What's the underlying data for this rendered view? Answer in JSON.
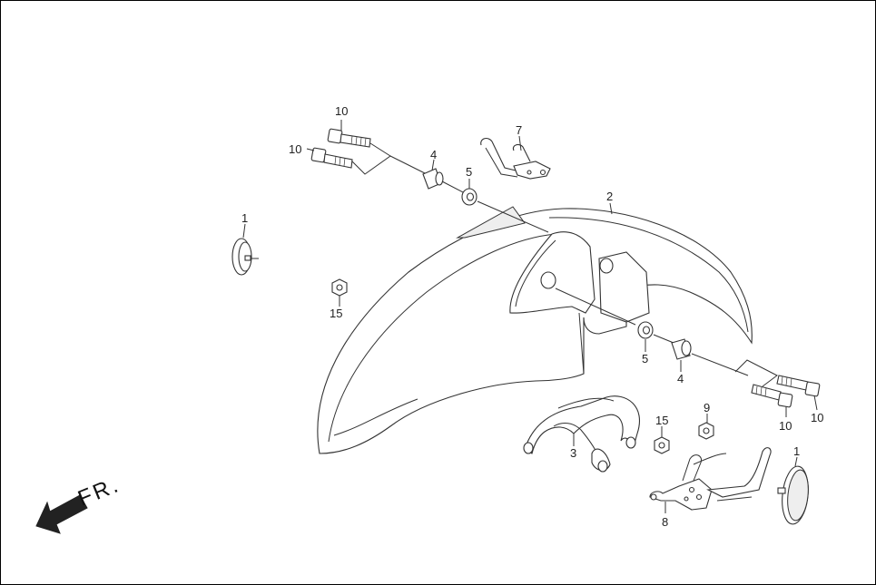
{
  "callouts": [
    {
      "id": "c-10a",
      "label": "10"
    },
    {
      "id": "c-10b",
      "label": "10"
    },
    {
      "id": "c-4a",
      "label": "4"
    },
    {
      "id": "c-5a",
      "label": "5"
    },
    {
      "id": "c-7",
      "label": "7"
    },
    {
      "id": "c-2",
      "label": "2"
    },
    {
      "id": "c-1a",
      "label": "1"
    },
    {
      "id": "c-15a",
      "label": "15"
    },
    {
      "id": "c-5b",
      "label": "5"
    },
    {
      "id": "c-4b",
      "label": "4"
    },
    {
      "id": "c-9",
      "label": "9"
    },
    {
      "id": "c-15b",
      "label": "15"
    },
    {
      "id": "c-3",
      "label": "3"
    },
    {
      "id": "c-10c",
      "label": "10"
    },
    {
      "id": "c-10d",
      "label": "10"
    },
    {
      "id": "c-1b",
      "label": "1"
    },
    {
      "id": "c-8",
      "label": "8"
    }
  ],
  "direction": {
    "label": "FR."
  },
  "colors": {
    "line": "#333333",
    "arrow": "#222222",
    "background": "#ffffff"
  }
}
